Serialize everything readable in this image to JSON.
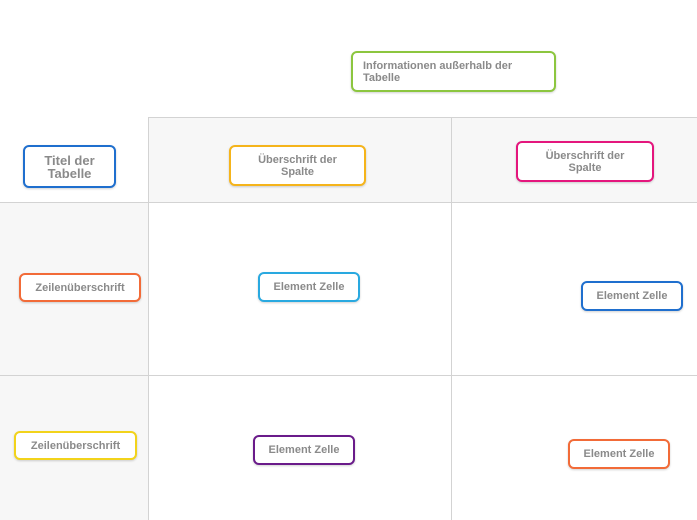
{
  "diagram": {
    "outside_info": {
      "text": "Informationen außerhalb der Tabelle",
      "border": "#8cc63f"
    },
    "table_title": {
      "text": "Titel der\nTabelle",
      "border": "#1f6fce"
    },
    "column_headers": [
      {
        "text": "Überschrift der\nSpalte",
        "border": "#f5b41b"
      },
      {
        "text": "Überschrift der\nSpalte",
        "border": "#e4167d"
      }
    ],
    "row_headers": [
      {
        "text": "Zeilenüberschrift",
        "border": "#f26b38"
      },
      {
        "text": "Zeilenüberschrift",
        "border": "#f2d31b"
      }
    ],
    "cells": [
      {
        "text": "Element Zelle",
        "border": "#29a9e0"
      },
      {
        "text": "Element Zelle",
        "border": "#1f6fce"
      },
      {
        "text": "Element Zelle",
        "border": "#6a1b8a"
      },
      {
        "text": "Element Zelle",
        "border": "#f26b38"
      }
    ],
    "colors": {
      "header_band": "#f7f7f7",
      "grid_line": "#d3d3d3",
      "node_text": "#8a8a8a"
    }
  }
}
